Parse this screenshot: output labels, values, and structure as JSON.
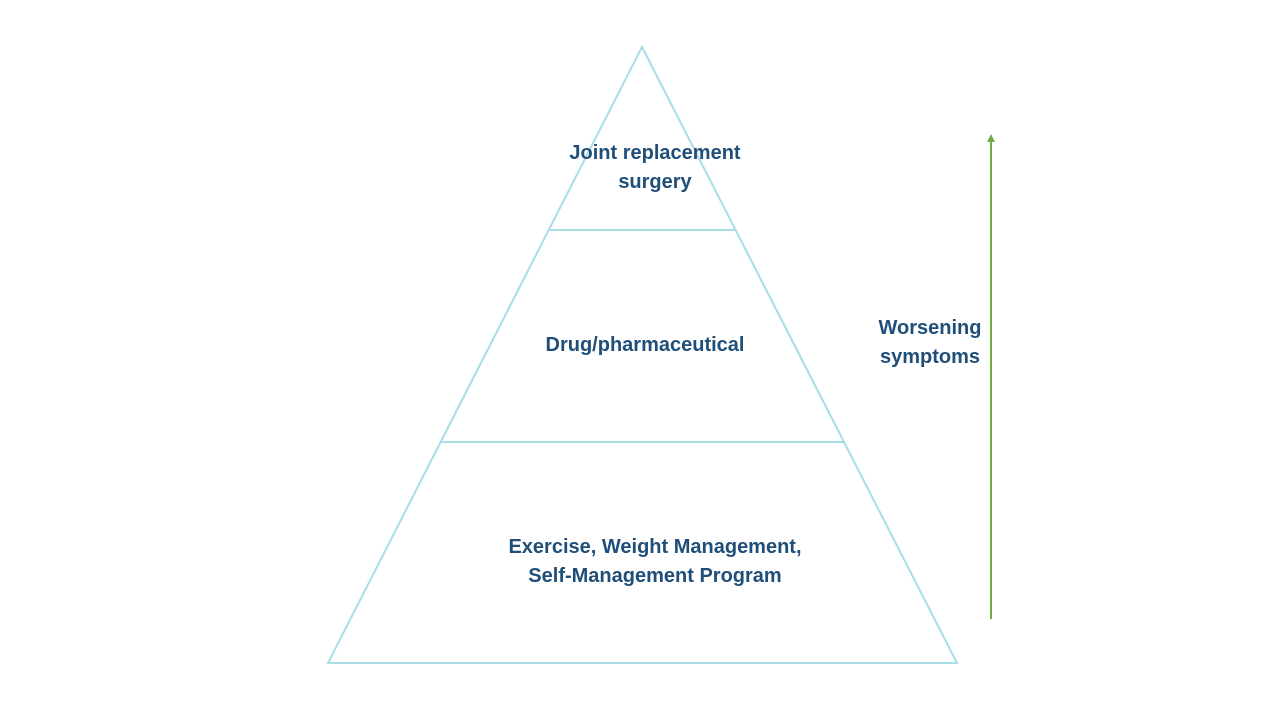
{
  "pyramid": {
    "tiers": [
      {
        "label": "Joint replacement\nsurgery"
      },
      {
        "label": "Drug/pharmaceutical"
      },
      {
        "label": "Exercise, Weight Management,\nSelf-Management Program"
      }
    ],
    "outline_color": "#a8dde8"
  },
  "arrow": {
    "label": "Worsening\nsymptoms",
    "direction": "up",
    "color": "#70ad47"
  },
  "colors": {
    "text": "#1f4e79",
    "background": "#ffffff"
  }
}
